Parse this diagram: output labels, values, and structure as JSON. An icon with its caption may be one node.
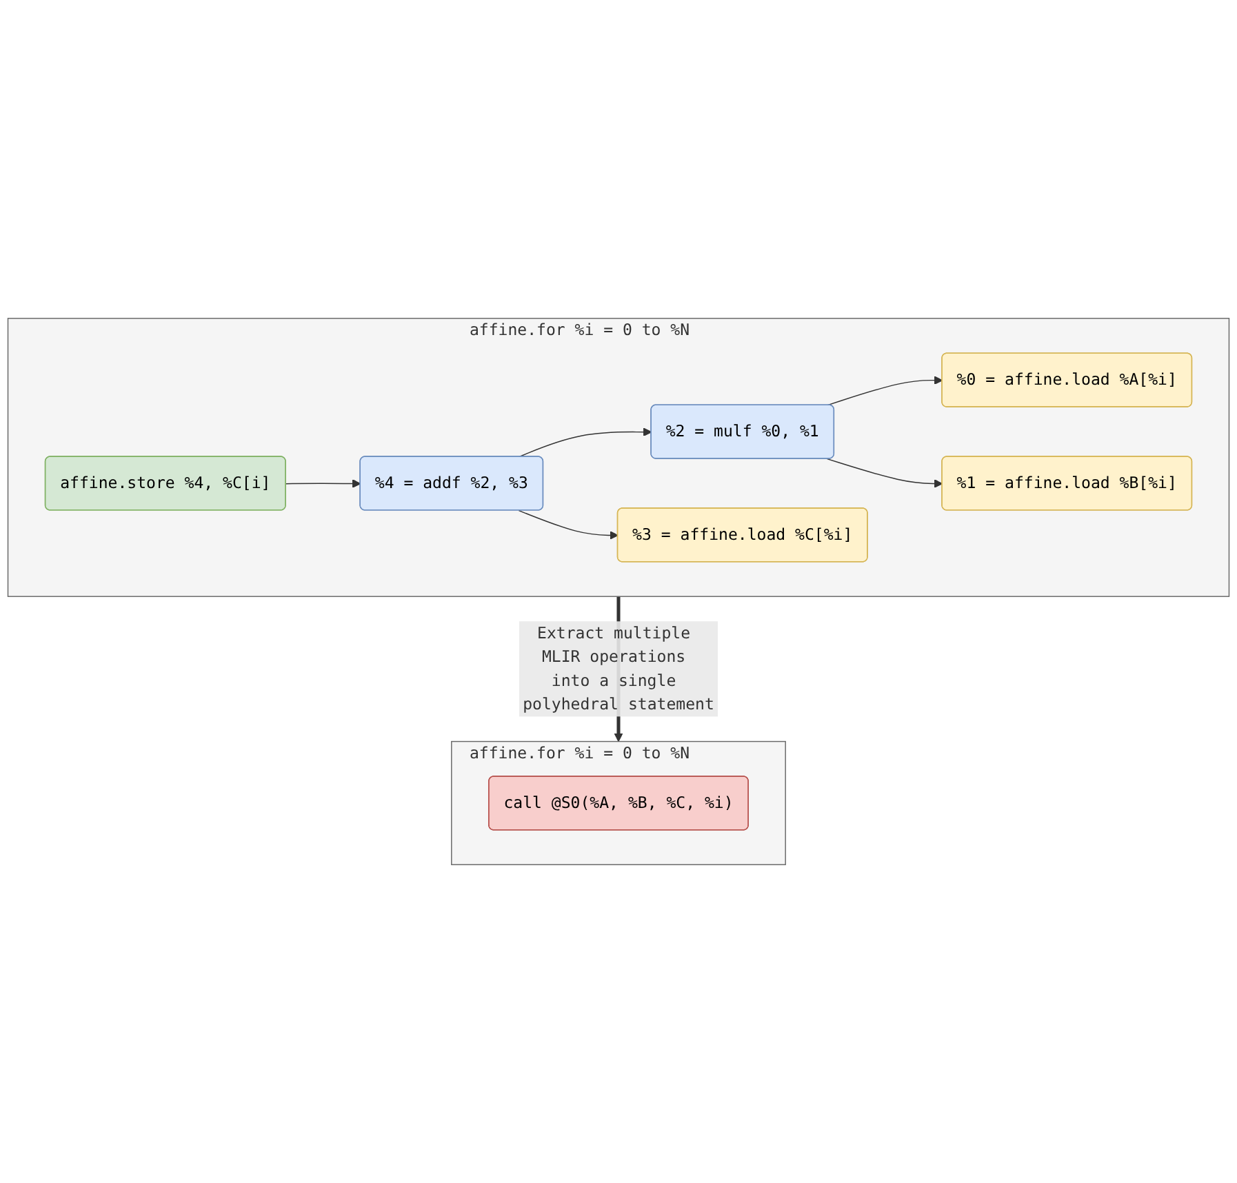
{
  "diagram": {
    "nodes": [
      {
        "text": [
          "affine.for %i = 0 to %N"
        ]
      },
      {
        "text": [
          "%0 = affine.load %A[%i]"
        ],
        "in": 0
      },
      {
        "text": [
          "%1 = affine.load %B[%i]"
        ],
        "in": 0
      },
      {
        "text": [
          "%2 = mulf %0, %1"
        ],
        "in": 0
      },
      {
        "text": [
          "%3 = affine.load %C[%i]"
        ],
        "in": 0
      },
      {
        "text": [
          "%4 = addf %2, %3"
        ],
        "in": 0
      },
      {
        "text": [
          "affine.store %4, %C[i]"
        ],
        "in": 0
      },
      {
        "text": [
          "affine.for %i = 0 to %N"
        ]
      },
      {
        "text": [
          "call @S0(%A, %B, %C, %i)"
        ],
        "in": 7
      }
    ],
    "edges": [
      {
        "from": 3,
        "to": 1,
        "arrow": "to"
      },
      {
        "from": 3,
        "to": 2,
        "arrow": "to"
      },
      {
        "from": 5,
        "to": 3,
        "arrow": "to"
      },
      {
        "from": 5,
        "to": 4,
        "arrow": "to"
      },
      {
        "from": 6,
        "to": 5,
        "arrow": "to"
      },
      {
        "from": 0,
        "to": 7,
        "arrow": "to",
        "style": "thick",
        "label": "Extract multiple MLIR operations into a single polyhedral statement"
      }
    ]
  }
}
